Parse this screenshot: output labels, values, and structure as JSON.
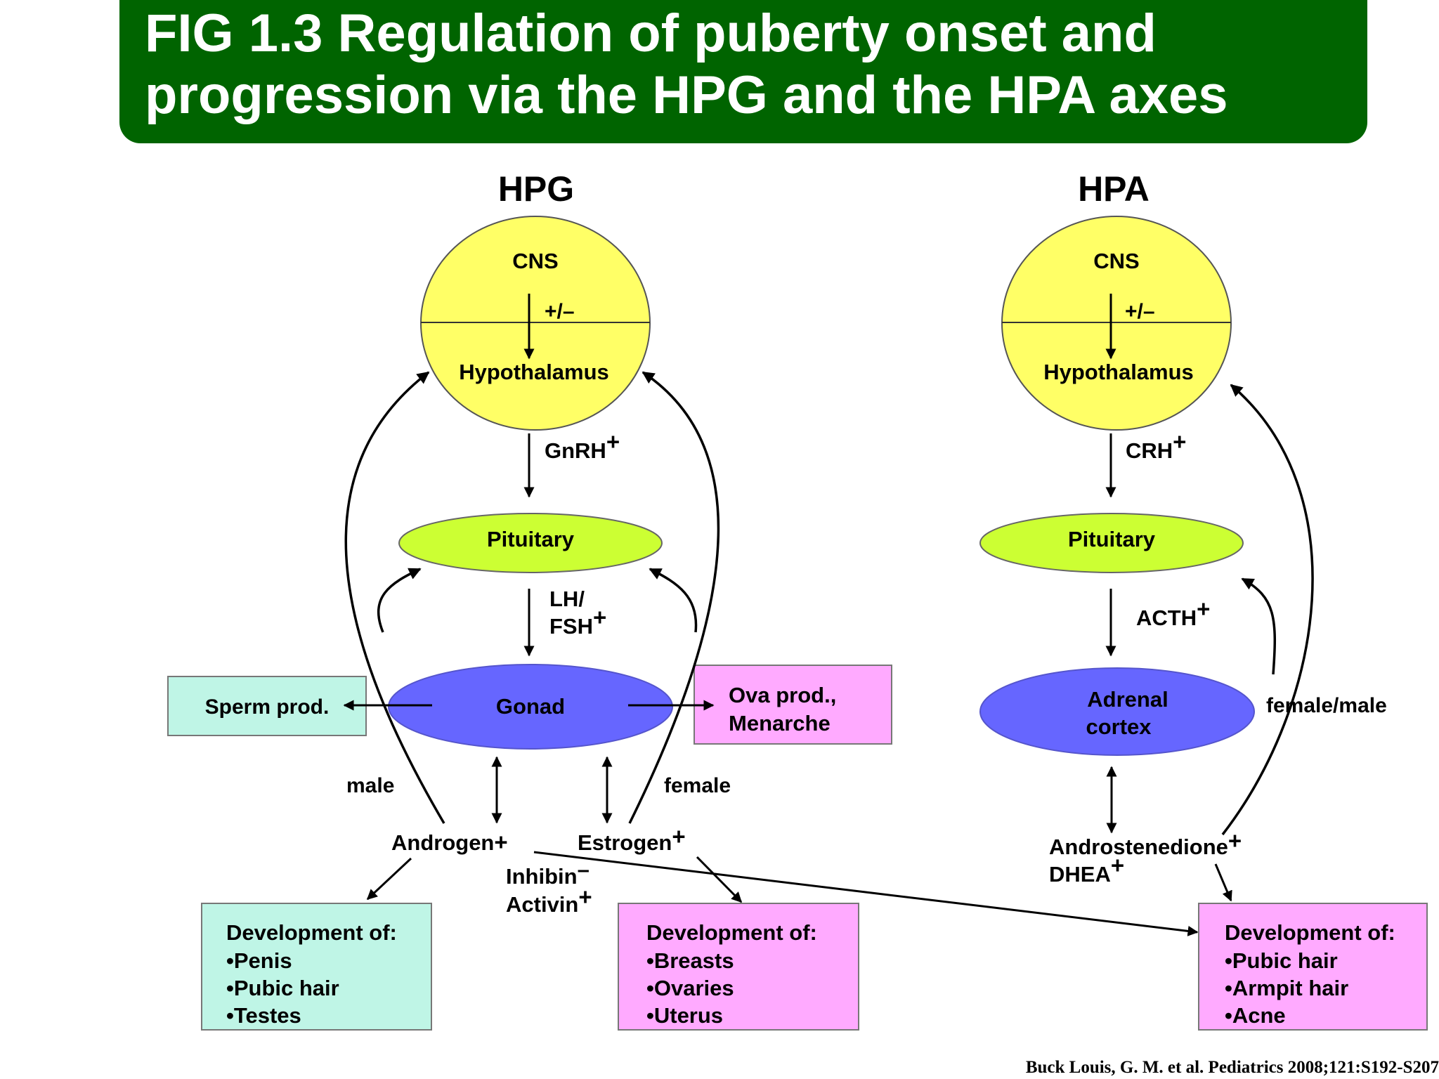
{
  "title": {
    "line1": "FIG 1.3 Regulation of puberty onset and",
    "line2": "progression via the HPG and the HPA axes"
  },
  "citation": "Buck Louis, G. M. et al. Pediatrics 2008;121:S192-S207",
  "colors": {
    "title_background": "#006400",
    "cns": "#ffff66",
    "pituitary": "#ccff33",
    "gonad": "#6666ff",
    "box_male": "#bff5e6",
    "box_female": "#ffaaff"
  },
  "hpg": {
    "heading": "HPG",
    "cns": "CNS",
    "cns_sign": "+/–",
    "hypothalamus": "Hypothalamus",
    "gnrh": "GnRH",
    "gnrh_sign": "+",
    "pituitary": "Pituitary",
    "lh": "LH/",
    "fsh": "FSH",
    "fsh_sign": "+",
    "gonad": "Gonad",
    "sperm": "Sperm prod.",
    "ova_line1": "Ova prod.,",
    "ova_line2": "Menarche",
    "male": "male",
    "female": "female",
    "androgen": "Androgen",
    "androgen_sign": "+",
    "estrogen": "Estrogen",
    "estrogen_sign": "+",
    "inhibin": "Inhibin",
    "inhibin_sign": "–",
    "activin": "Activin",
    "activin_sign": "+",
    "male_dev": {
      "heading": "Development of:",
      "items": [
        "•Penis",
        "•Pubic hair",
        "•Testes"
      ]
    },
    "female_dev": {
      "heading": "Development of:",
      "items": [
        "•Breasts",
        "•Ovaries",
        "•Uterus"
      ]
    }
  },
  "hpa": {
    "heading": "HPA",
    "cns": "CNS",
    "cns_sign": "+/–",
    "hypothalamus": "Hypothalamus",
    "crh": "CRH",
    "crh_sign": "+",
    "pituitary": "Pituitary",
    "acth": "ACTH",
    "acth_sign": "+",
    "adrenal_line1": "Adrenal",
    "adrenal_line2": "cortex",
    "female_male": "female/male",
    "androstenedione": "Androstenedione",
    "androstenedione_sign": "+",
    "dhea": "DHEA",
    "dhea_sign": "+",
    "dev": {
      "heading": "Development of:",
      "items": [
        "•Pubic hair",
        "•Armpit hair",
        "•Acne"
      ]
    }
  }
}
